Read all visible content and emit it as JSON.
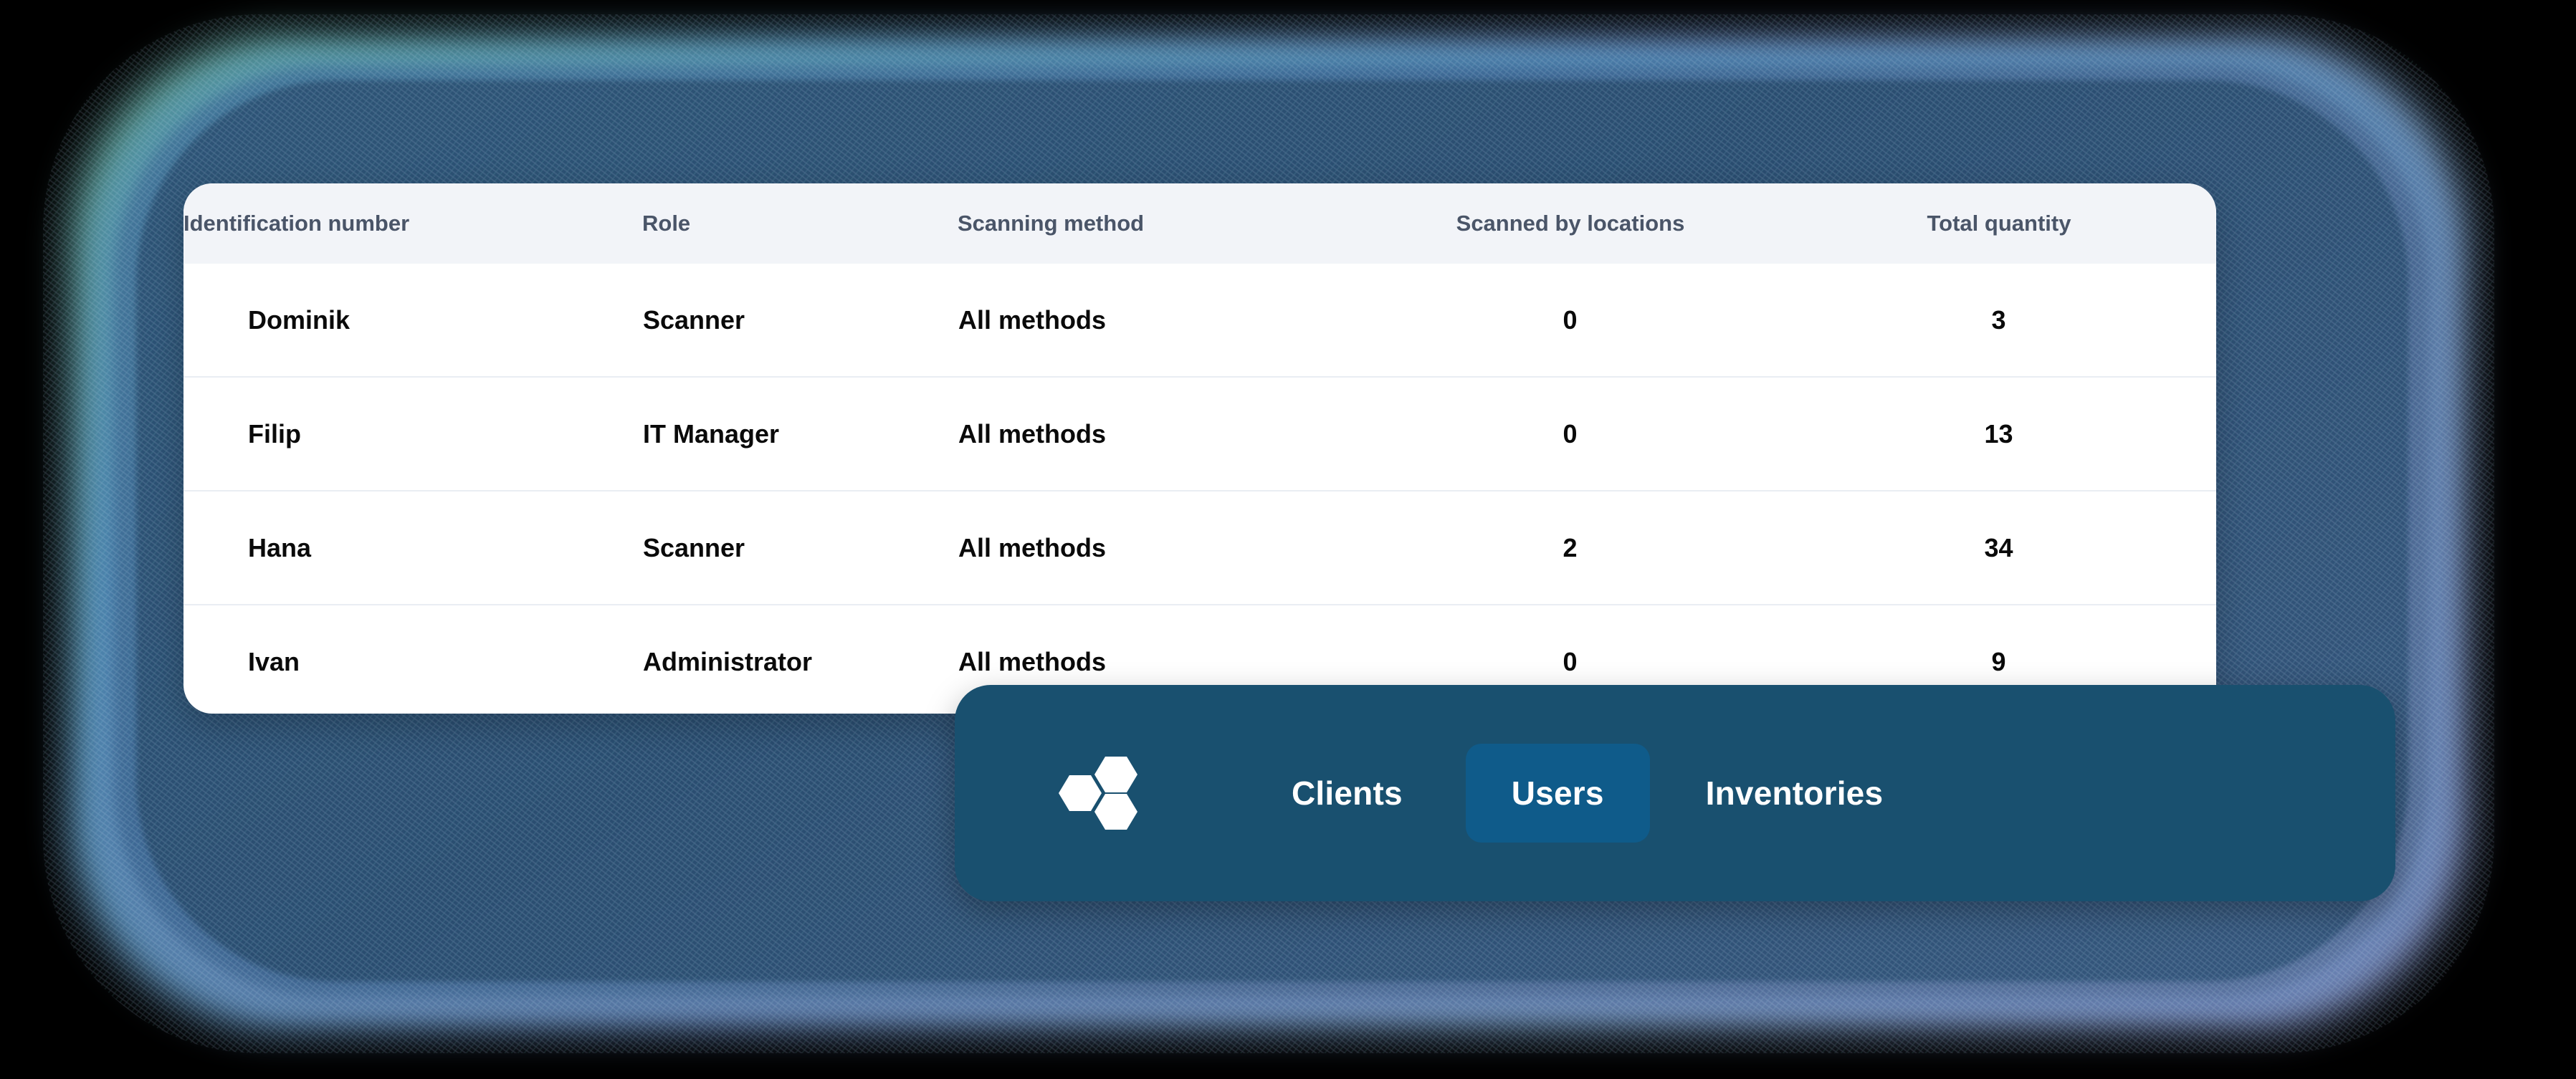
{
  "theme": {
    "page_background": "#000000",
    "card_background": "#ffffff",
    "table_header_background": "#f2f4f8",
    "table_header_text": "#4a5568",
    "table_body_text": "#0a0a0a",
    "row_divider": "#e9edf3",
    "nav_background": "#19506f",
    "nav_active_background": "#0f5b8a",
    "nav_text": "#ffffff",
    "glow_blue": "#4a7ba0",
    "glow_teal": "#5aa296",
    "glow_violet": "#8a8cc4"
  },
  "table": {
    "columns": [
      {
        "key": "identification_number",
        "label": "Identification number",
        "align": "left"
      },
      {
        "key": "role",
        "label": "Role",
        "align": "left"
      },
      {
        "key": "scanning_method",
        "label": "Scanning method",
        "align": "left"
      },
      {
        "key": "scanned_by_locations",
        "label": "Scanned by locations",
        "align": "center"
      },
      {
        "key": "total_quantity",
        "label": "Total quantity",
        "align": "center"
      }
    ],
    "rows": [
      {
        "identification_number": "Dominik",
        "role": "Scanner",
        "scanning_method": "All methods",
        "scanned_by_locations": "0",
        "total_quantity": "3"
      },
      {
        "identification_number": "Filip",
        "role": "IT Manager",
        "scanning_method": "All methods",
        "scanned_by_locations": "0",
        "total_quantity": "13"
      },
      {
        "identification_number": "Hana",
        "role": "Scanner",
        "scanning_method": "All methods",
        "scanned_by_locations": "2",
        "total_quantity": "34"
      },
      {
        "identification_number": "Ivan",
        "role": "Administrator",
        "scanning_method": "All methods",
        "scanned_by_locations": "0",
        "total_quantity": "9"
      }
    ]
  },
  "nav": {
    "logo": {
      "icon": "hexagon-cluster-logo-icon",
      "hexagon_count": 3,
      "color": "#ffffff"
    },
    "items": [
      {
        "label": "Clients",
        "active": false
      },
      {
        "label": "Users",
        "active": true
      },
      {
        "label": "Inventories",
        "active": false
      }
    ]
  }
}
